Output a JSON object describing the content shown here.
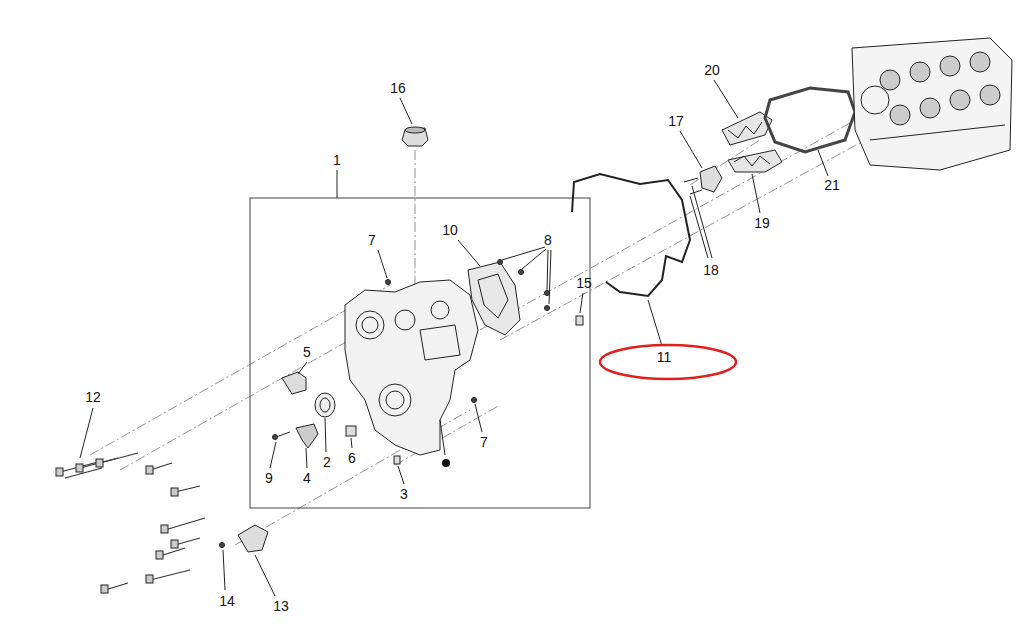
{
  "diagram": {
    "labels": [
      "16",
      "1",
      "7",
      "10",
      "8",
      "15",
      "5",
      "2",
      "6",
      "9",
      "4",
      "3",
      "7",
      "12",
      "14",
      "13",
      "11",
      "17",
      "18",
      "20",
      "19",
      "21"
    ]
  }
}
